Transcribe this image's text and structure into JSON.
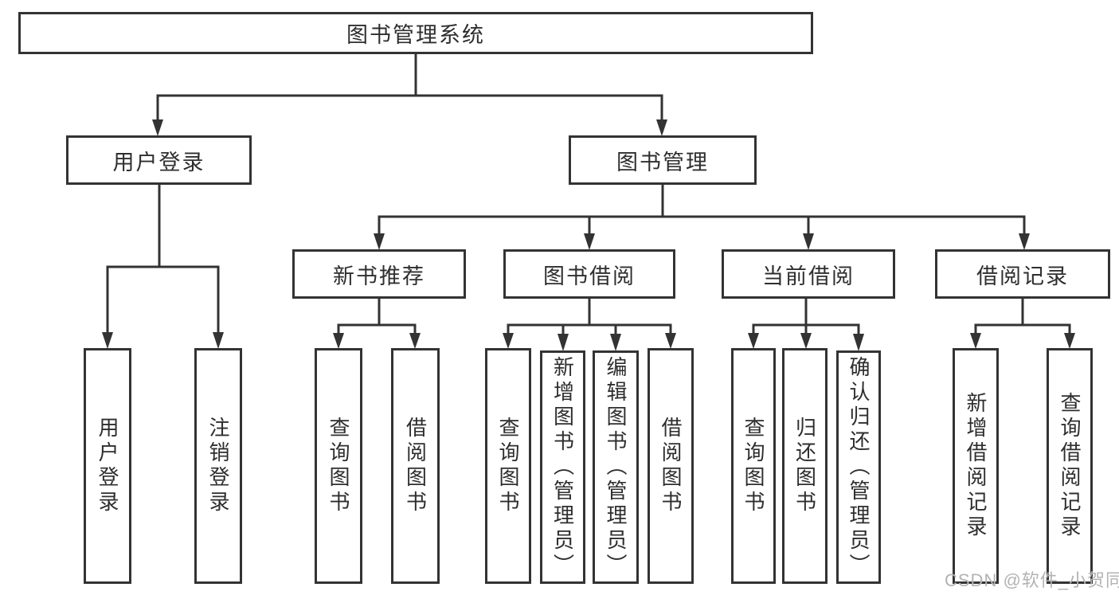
{
  "diagram": {
    "tree": {
      "root": {
        "label": "图书管理系统",
        "children": [
          {
            "label": "用户登录",
            "children": [
              {
                "label": "用户登录"
              },
              {
                "label": "注销登录"
              }
            ]
          },
          {
            "label": "图书管理",
            "children": [
              {
                "label": "新书推荐",
                "children": [
                  {
                    "label": "查询图书"
                  },
                  {
                    "label": "借阅图书"
                  }
                ]
              },
              {
                "label": "图书借阅",
                "children": [
                  {
                    "label": "查询图书"
                  },
                  {
                    "label": "新增图书（管理员）"
                  },
                  {
                    "label": "编辑图书（管理员）"
                  },
                  {
                    "label": "借阅图书"
                  }
                ]
              },
              {
                "label": "当前借阅",
                "children": [
                  {
                    "label": "查询图书"
                  },
                  {
                    "label": "归还图书"
                  },
                  {
                    "label": "确认归还（管理员）"
                  }
                ]
              },
              {
                "label": "借阅记录",
                "children": [
                  {
                    "label": "新增借阅记录"
                  },
                  {
                    "label": "查询借阅记录"
                  }
                ]
              }
            ]
          }
        ]
      }
    },
    "watermark": "CSDN @软件_小贺同学",
    "colors": {
      "line": "#333333",
      "text": "#2e2e2e",
      "box_background": "#ffffff",
      "watermark": "#b3b3b3"
    }
  }
}
